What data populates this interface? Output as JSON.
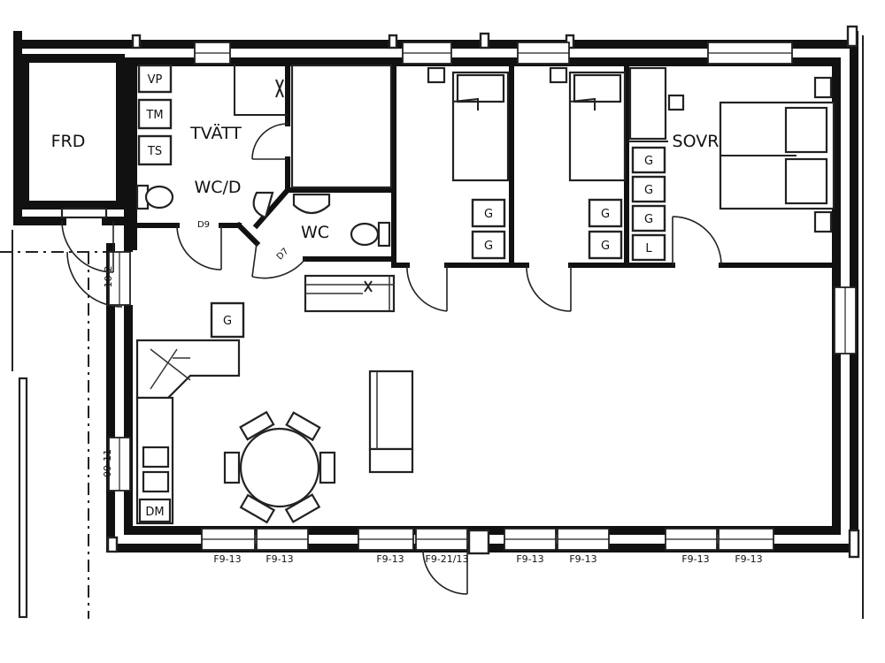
{
  "rooms": {
    "frd": "FRD",
    "tvatt": "TVÄTT",
    "wcd": "WC/D",
    "wc": "WC",
    "sovr": "SOVR"
  },
  "appliances": {
    "vp": "VP",
    "tm": "TM",
    "ts": "TS",
    "dm": "DM",
    "g": "G",
    "l": "L"
  },
  "doors": {
    "d9": "D9",
    "d7": "D7",
    "d10": "10-2",
    "d9_11": "09-11"
  },
  "windows": {
    "w1": "F9-13",
    "w2": "F9-13",
    "w3": "F9-13",
    "w4": "F9-21/13",
    "w5": "F9-13",
    "w6": "F9-13",
    "w7": "F9-13",
    "w8": "F9-13"
  }
}
